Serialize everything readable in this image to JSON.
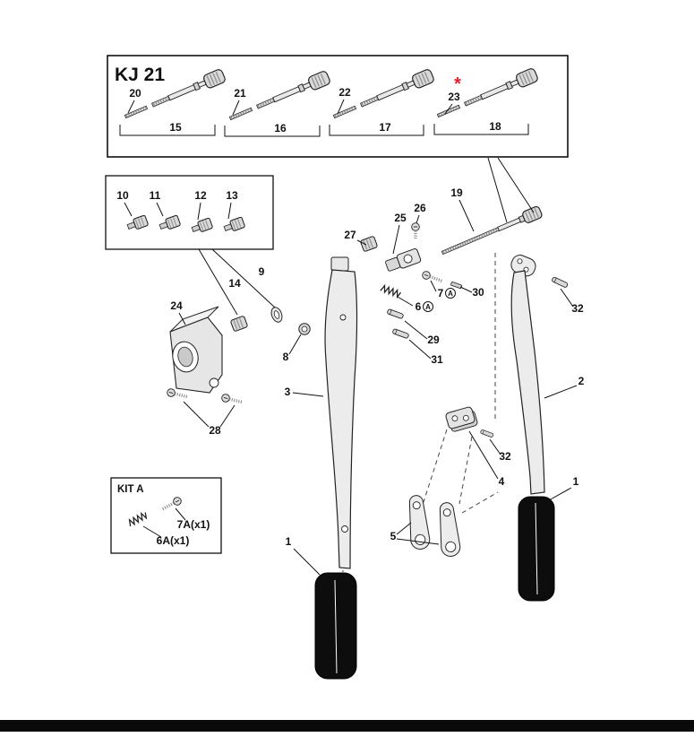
{
  "title": "KJ 21",
  "colors": {
    "accent_red": "#ed1c24"
  },
  "labels": {
    "p1": "1",
    "p2": "2",
    "p3": "3",
    "p4": "4",
    "p5": "5",
    "p8": "8",
    "p9": "9",
    "p10": "10",
    "p11": "11",
    "p12": "12",
    "p13": "13",
    "p14": "14",
    "p15": "15",
    "p16": "16",
    "p17": "17",
    "p18": "18",
    "p19": "19",
    "p20": "20",
    "p21": "21",
    "p22": "22",
    "p23": "23",
    "p24": "24",
    "p25": "25",
    "p26": "26",
    "p27": "27",
    "p28": "28",
    "p29": "29",
    "p30": "30",
    "p31": "31",
    "p32": "32",
    "p6a": "6",
    "p7a": "7",
    "circled_a": "A",
    "asterisk": "*"
  },
  "kit": {
    "title": "KIT A",
    "screw": "7A(x1)",
    "spring": "6A(x1)"
  }
}
